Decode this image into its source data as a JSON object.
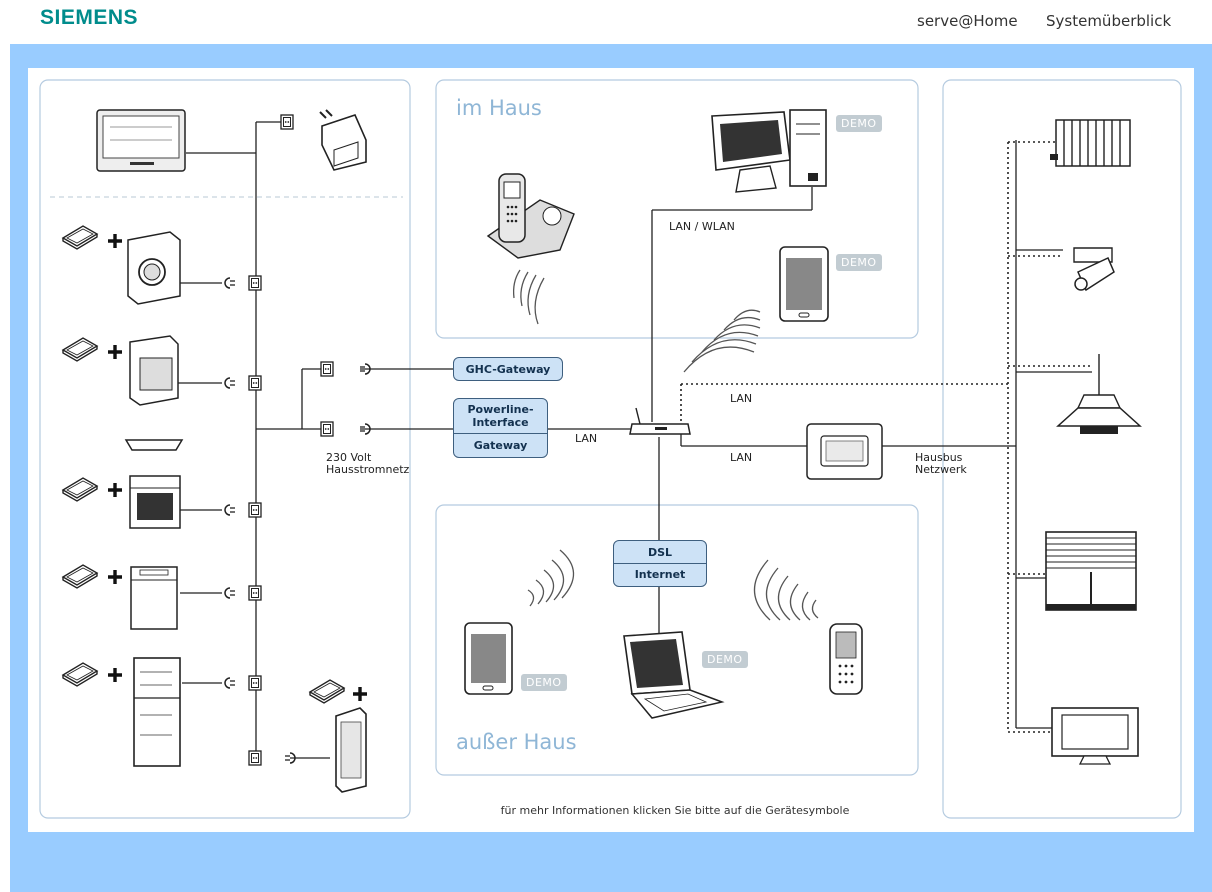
{
  "header": {
    "brand": "SIEMENS",
    "nav_home": "serve@Home",
    "nav_overview": "Systemüberblick"
  },
  "zones": {
    "im_haus": "im Haus",
    "ausser_haus": "außer Haus"
  },
  "labels": {
    "lan_wlan": "LAN / WLAN",
    "lan_router": "LAN",
    "lan_upper": "LAN",
    "lan_lower": "LAN",
    "power_line1": "230 Volt",
    "power_line2": "Hausstromnetz",
    "hausbus_line1": "Hausbus",
    "hausbus_line2": "Netzwerk",
    "demo": "DEMO"
  },
  "boxes": {
    "ghc_gateway": "GHC-Gateway",
    "powerline_top1": "Powerline-",
    "powerline_top2": "Interface",
    "powerline_bottom": "Gateway",
    "dsl_top": "DSL",
    "dsl_bottom": "Internet"
  },
  "footer": {
    "hint": "für mehr Informationen klicken Sie bitte auf die Gerätesymbole"
  },
  "colors": {
    "brand": "#008c8c",
    "background": "#99ccff",
    "box_fill": "#cde2f6",
    "box_border": "#3e5f7f",
    "zone_text": "#8fb6d6",
    "demo_badge": "#c2ccd2"
  }
}
